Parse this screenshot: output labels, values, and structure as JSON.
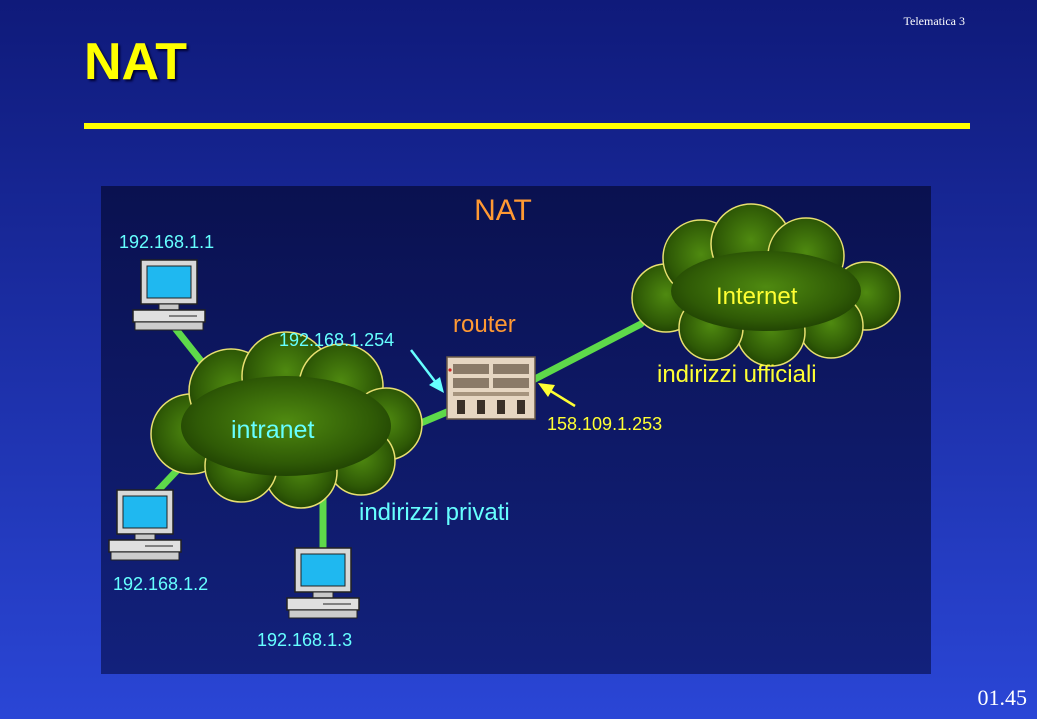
{
  "header": {
    "course_label": "Telematica 3"
  },
  "slide": {
    "title": "NAT",
    "page_number": "01.45"
  },
  "diagram": {
    "heading": "NAT",
    "router_label": "router",
    "router_internal_ip": "192.168.1.254",
    "router_external_ip": "158.109.1.253",
    "intranet_label": "intranet",
    "intranet_note": "indirizzi privati",
    "internet_label": "Internet",
    "internet_note": "indirizzi ufficiali",
    "hosts": [
      "192.168.1.1",
      "192.168.1.2",
      "192.168.1.3"
    ],
    "colors": {
      "panel": "#0b1560",
      "cloud": "#3a6b08",
      "cloud_edge": "#e8e070",
      "link": "#5ed94a",
      "cyan_text": "#66ffff",
      "yellow_text": "#ffff33",
      "orange_text": "#ff9933"
    }
  }
}
